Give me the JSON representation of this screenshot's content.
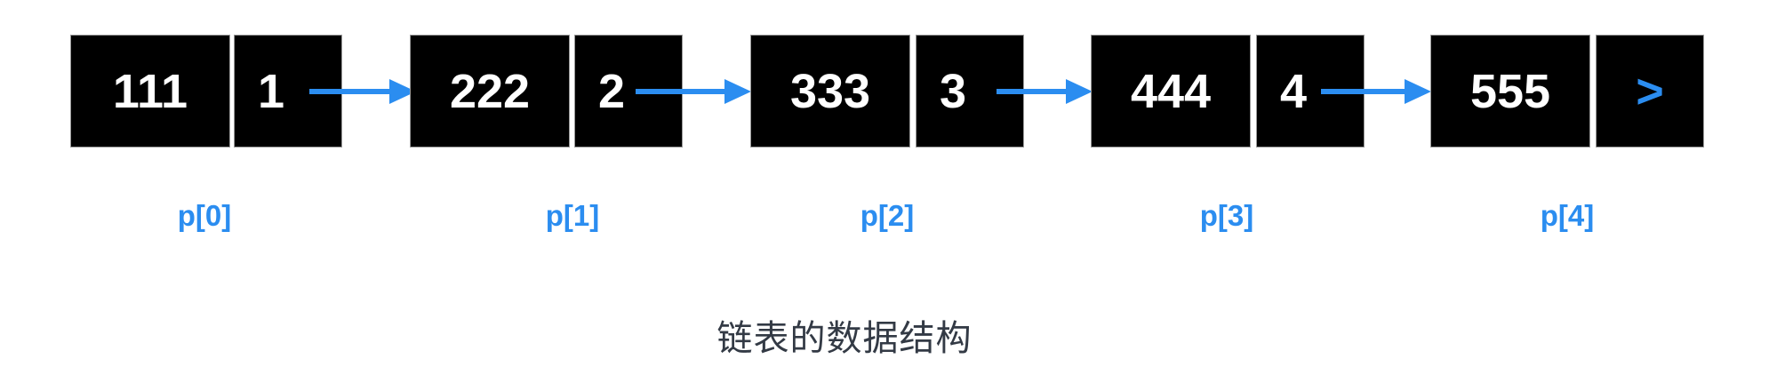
{
  "diagram": {
    "title": "链表的数据结构",
    "arrow_color": "#2b8df0",
    "nodes": [
      {
        "value": "111",
        "next": "1",
        "label": "p[0]"
      },
      {
        "value": "222",
        "next": "2",
        "label": "p[1]"
      },
      {
        "value": "333",
        "next": "3",
        "label": "p[2]"
      },
      {
        "value": "444",
        "next": "4",
        "label": "p[3]"
      },
      {
        "value": "555",
        "next": ">",
        "label": "p[4]"
      }
    ]
  }
}
